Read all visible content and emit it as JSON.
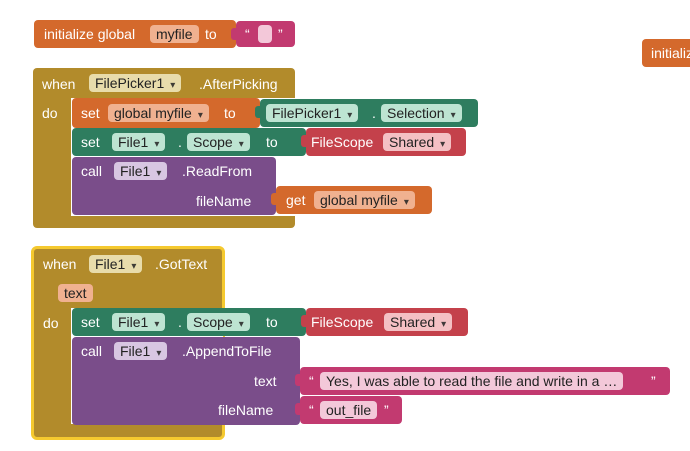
{
  "block1": {
    "prefix": "initialize global",
    "var_name": "myfile",
    "to": "to",
    "quote_open": "“",
    "quote_close": "”"
  },
  "block_offscreen": {
    "label": "initializ"
  },
  "block2": {
    "when": "when",
    "component": "FilePicker1",
    "event": ".AfterPicking",
    "do": "do",
    "stmt1": {
      "set": "set",
      "var": "global myfile",
      "to": "to",
      "component": "FilePicker1",
      "dot": ".",
      "property": "Selection"
    },
    "stmt2": {
      "set": "set",
      "component": "File1",
      "dot": ".",
      "property": "Scope",
      "to": "to",
      "scope_prefix": "FileScope",
      "scope_value": "Shared"
    },
    "stmt3": {
      "call": "call",
      "component": "File1",
      "method": ".ReadFrom",
      "arg_label": "fileName",
      "get": "get",
      "get_var": "global myfile"
    }
  },
  "block3": {
    "when": "when",
    "component": "File1",
    "event": ".GotText",
    "param": "text",
    "do": "do",
    "stmt1": {
      "set": "set",
      "component": "File1",
      "dot": ".",
      "property": "Scope",
      "to": "to",
      "scope_prefix": "FileScope",
      "scope_value": "Shared"
    },
    "stmt2": {
      "call": "call",
      "component": "File1",
      "method": ".AppendToFile",
      "arg1_label": "text",
      "arg1_quote_open": "“",
      "arg1_value": "Yes, I was able to read the file and write in a …",
      "arg1_quote_close": "”",
      "arg2_label": "fileName",
      "arg2_quote_open": "“",
      "arg2_value": "out_file",
      "arg2_quote_close": "”"
    }
  },
  "colors": {
    "variables": "#d4692c",
    "event": "#b28b2b",
    "component_set": "#2e7d5f",
    "scope": "#c4414b",
    "method": "#7a4d8a",
    "text": "#c23a70",
    "selected_outline": "#f5c92f"
  },
  "icons": [
    "dropdown-arrow-icon"
  ]
}
